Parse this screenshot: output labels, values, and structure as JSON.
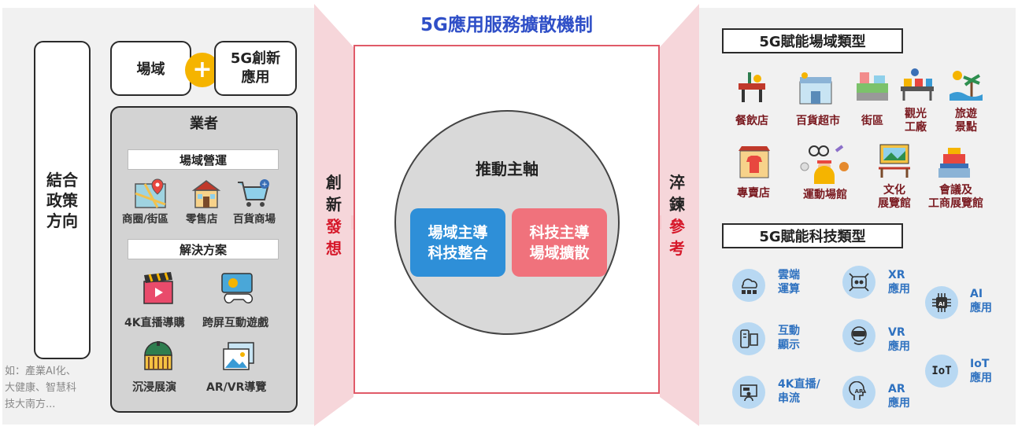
{
  "title": "5G應用服務擴散機制",
  "left": {
    "policy": [
      "結合",
      "政策",
      "方向"
    ],
    "example": [
      "如：產業AI化、",
      "大健康、智慧科",
      "技大南方..."
    ],
    "field": "場域",
    "plus": "+",
    "app": [
      "5G創新",
      "應用"
    ],
    "operators": "業者",
    "field_ops": "場域營運",
    "field_items": [
      "商圈/街區",
      "零售店",
      "百貨商場"
    ],
    "solutions": "解決方案",
    "solution_items": [
      "4K直播導購",
      "跨屏互動遊戲",
      "沉浸展演",
      "AR/VR導覽"
    ]
  },
  "left_side": [
    "創",
    "新",
    "發",
    "想"
  ],
  "right_side": [
    "淬",
    "鍊",
    "參",
    "考"
  ],
  "center": {
    "axis": "推動主軸",
    "box_a": [
      "場域主導",
      "科技整合"
    ],
    "box_b": [
      "科技主導",
      "場域擴散"
    ]
  },
  "right": {
    "venue_title": "5G賦能場域類型",
    "venues_row1": [
      "餐飲店",
      "百貨超市",
      "街區",
      [
        "觀光",
        "工廠"
      ],
      [
        "旅遊",
        "景點"
      ]
    ],
    "venues_row2": [
      "專賣店",
      "運動場館",
      [
        "文化",
        "展覽館"
      ],
      [
        "會議及",
        "工商展覽館"
      ]
    ],
    "tech_title": "5G賦能科技類型",
    "tech": [
      {
        "label": [
          "雲端",
          "運算"
        ],
        "icon": "cloud-computing-icon"
      },
      {
        "label": [
          "XR",
          "應用"
        ],
        "icon": "xr-icon"
      },
      {
        "label": [
          "AI",
          "應用"
        ],
        "icon": "ai-chip-icon"
      },
      {
        "label": [
          "互動",
          "顯示"
        ],
        "icon": "interactive-display-icon"
      },
      {
        "label": [
          "VR",
          "應用"
        ],
        "icon": "vr-headset-icon"
      },
      {
        "label": [
          "IoT",
          "應用"
        ],
        "icon": "iot-icon"
      },
      {
        "label": [
          "4K直播/",
          "串流"
        ],
        "icon": "live-stream-icon"
      },
      {
        "label": [
          "AR",
          "應用"
        ],
        "icon": "ar-icon"
      }
    ],
    "iot_glyph": "IoT"
  },
  "colors": {
    "title": "#2f4fc7",
    "pink": "#f6d6da",
    "red_frame": "#e05a68",
    "blue_box": "#2e8fd8",
    "pink_box": "#f0727c",
    "accent_red": "#d6182a",
    "plus": "#f5b400",
    "tech_text": "#2f72c0"
  }
}
